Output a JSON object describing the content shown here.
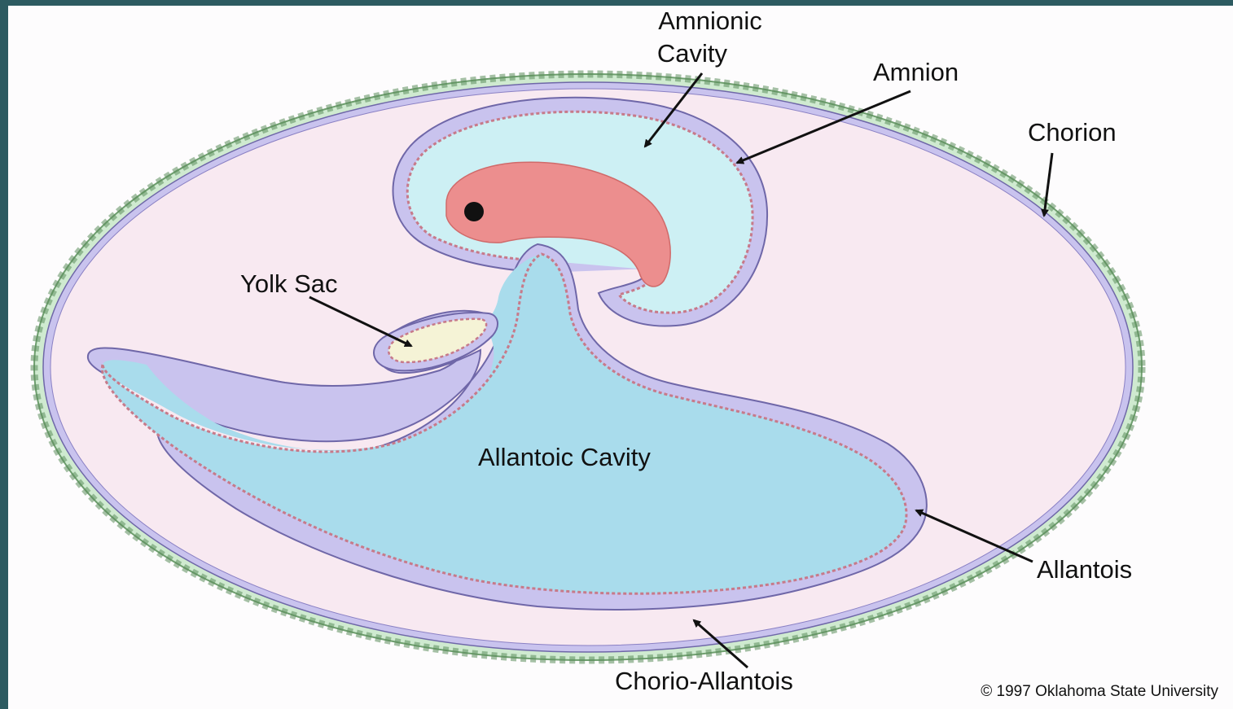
{
  "labels": {
    "amnionic_cavity_line1": "Amnionic",
    "amnionic_cavity_line2": "Cavity",
    "amnion": "Amnion",
    "chorion": "Chorion",
    "yolk_sac": "Yolk Sac",
    "allantoic_cavity": "Allantoic Cavity",
    "allantois": "Allantois",
    "chorio_allantois": "Chorio-Allantois"
  },
  "copyright": "© 1997 Oklahoma State University",
  "colors": {
    "background_border": "#2d5b61",
    "canvas": "#fdfcfd",
    "chorion_ring": "#cfead0",
    "cell_outline": "#5c8e5c",
    "membrane_lavender": "#c9c3ee",
    "membrane_outline": "#6f67a8",
    "extraembryonic_space": "#f8e9f1",
    "amnionic_fluid": "#cdf0f4",
    "allantoic_fluid": "#a9dcec",
    "endoderm_pink": "#e8aeba",
    "yolk": "#f5f3d6",
    "embryo": "#ec8e8e",
    "embryo_eye": "#111111",
    "arrow": "#111111"
  }
}
